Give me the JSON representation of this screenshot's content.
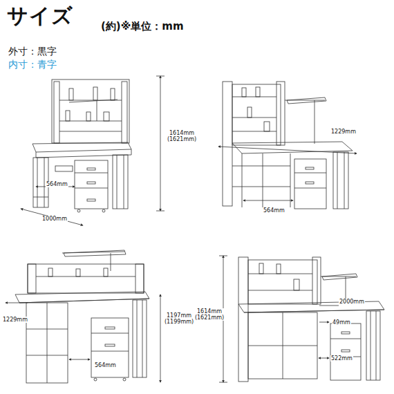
{
  "diagram": {
    "title": "サイズ",
    "labels": [
      "(約)※単位：mm",
      "外寸：黒字",
      "内寸：青字",
      "1614mm (1621mm)",
      "564mm",
      "1000mm",
      "1229mm",
      "564mm",
      "1229mm",
      "1197mm (1199mm)",
      "564mm",
      "1614mm (1621mm)",
      "2000mm",
      "49mm",
      "522mm"
    ]
  }
}
